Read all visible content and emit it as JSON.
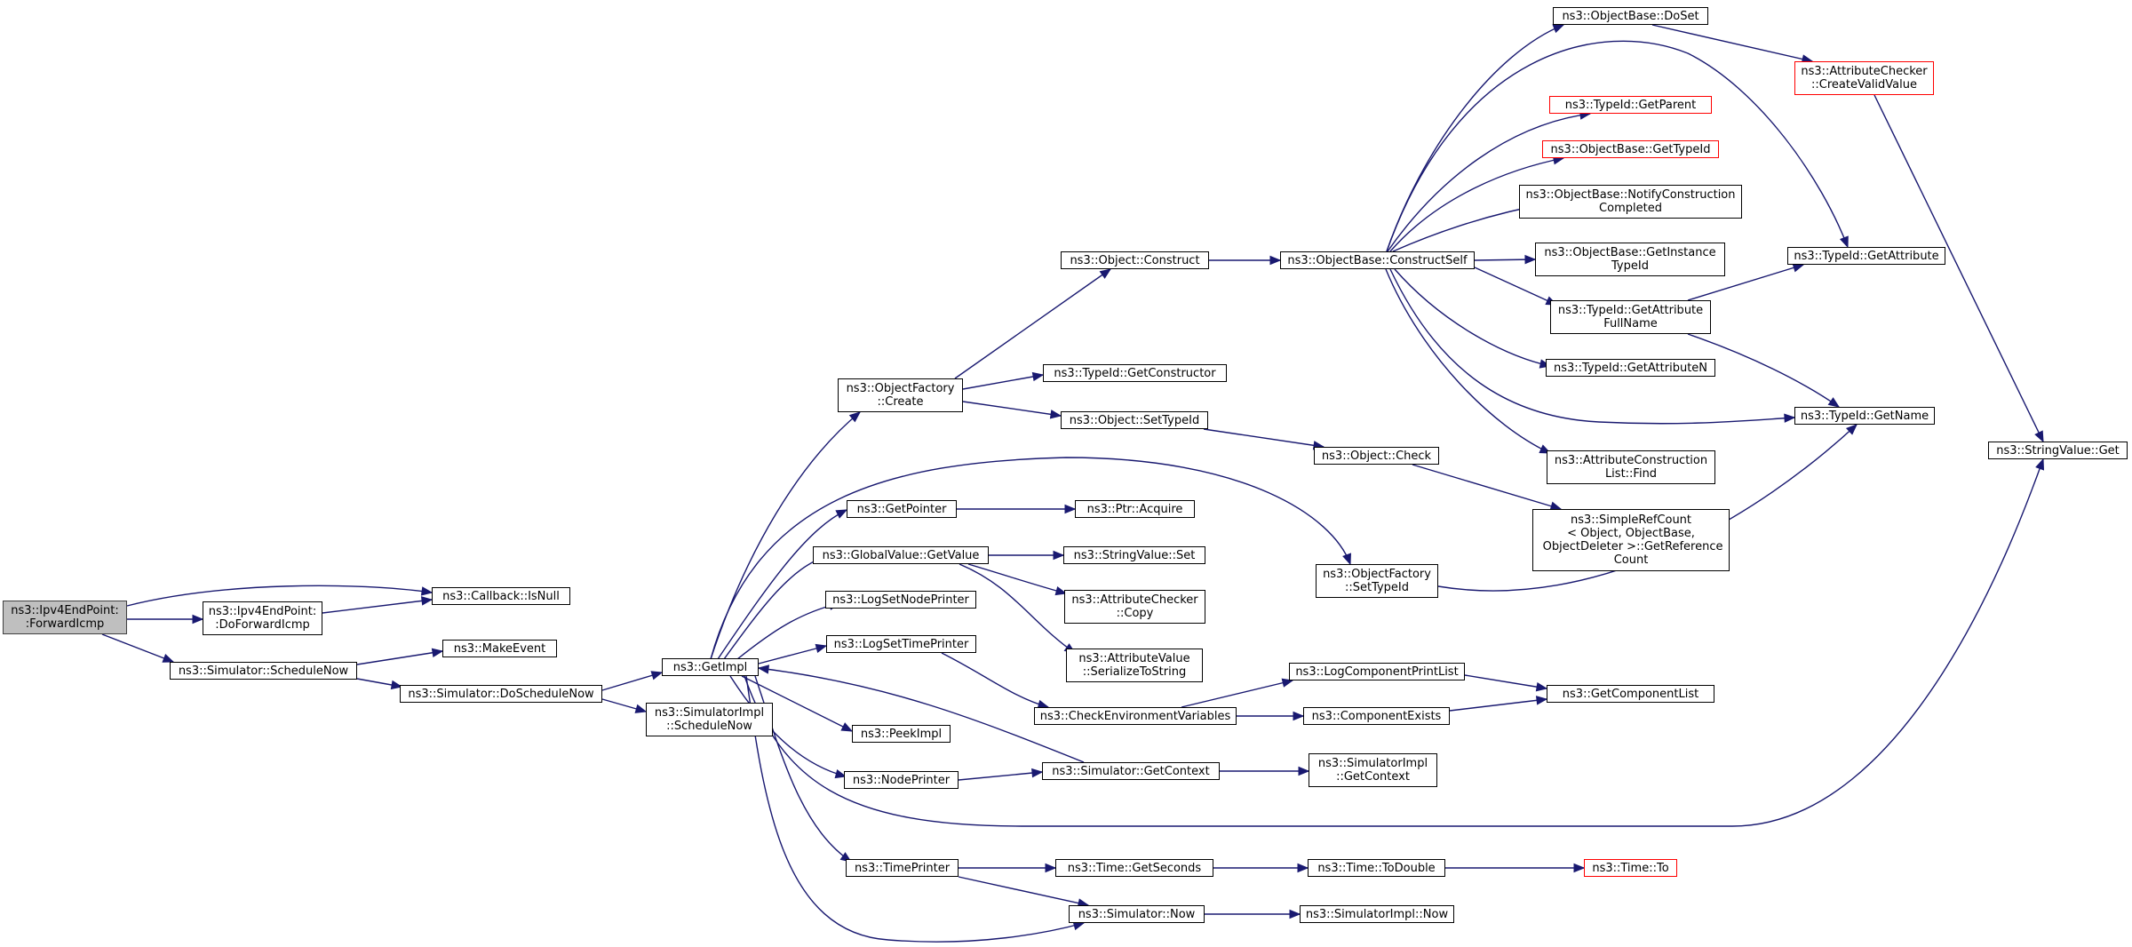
{
  "graph": {
    "nodes": [
      {
        "id": "fwdicmp",
        "label": "ns3::Ipv4EndPoint:\n:ForwardIcmp",
        "style": "start"
      },
      {
        "id": "isnull",
        "label": "ns3::Callback::IsNull"
      },
      {
        "id": "doforward",
        "label": "ns3::Ipv4EndPoint:\n:DoForwardIcmp"
      },
      {
        "id": "makeevent",
        "label": "ns3::MakeEvent"
      },
      {
        "id": "schednow",
        "label": "ns3::Simulator::ScheduleNow"
      },
      {
        "id": "doschednow",
        "label": "ns3::Simulator::DoScheduleNow"
      },
      {
        "id": "getimpl",
        "label": "ns3::GetImpl"
      },
      {
        "id": "simimplsched",
        "label": "ns3::SimulatorImpl\n::ScheduleNow"
      },
      {
        "id": "ofcreate",
        "label": "ns3::ObjectFactory\n::Create"
      },
      {
        "id": "getpointer",
        "label": "ns3::GetPointer"
      },
      {
        "id": "gvgetvalue",
        "label": "ns3::GlobalValue::GetValue"
      },
      {
        "id": "lognodeprinter",
        "label": "ns3::LogSetNodePrinter"
      },
      {
        "id": "logtimeprinter",
        "label": "ns3::LogSetTimePrinter"
      },
      {
        "id": "peekimpl",
        "label": "ns3::PeekImpl"
      },
      {
        "id": "nodeprinter",
        "label": "ns3::NodePrinter"
      },
      {
        "id": "timeprinter",
        "label": "ns3::TimePrinter"
      },
      {
        "id": "objconstruct",
        "label": "ns3::Object::Construct"
      },
      {
        "id": "getconstructor",
        "label": "ns3::TypeId::GetConstructor"
      },
      {
        "id": "settypeid",
        "label": "ns3::Object::SetTypeId"
      },
      {
        "id": "ptracquire",
        "label": "ns3::Ptr::Acquire"
      },
      {
        "id": "svset",
        "label": "ns3::StringValue::Set"
      },
      {
        "id": "accopy",
        "label": "ns3::AttributeChecker\n::Copy"
      },
      {
        "id": "avserialize",
        "label": "ns3::AttributeValue\n::SerializeToString"
      },
      {
        "id": "checkenv",
        "label": "ns3::CheckEnvironmentVariables"
      },
      {
        "id": "simgetcontext",
        "label": "ns3::Simulator::GetContext"
      },
      {
        "id": "timegetsec",
        "label": "ns3::Time::GetSeconds"
      },
      {
        "id": "simnow",
        "label": "ns3::Simulator::Now"
      },
      {
        "id": "obconstructself",
        "label": "ns3::ObjectBase::ConstructSelf"
      },
      {
        "id": "objcheck",
        "label": "ns3::Object::Check"
      },
      {
        "id": "ofsettypeid",
        "label": "ns3::ObjectFactory\n::SetTypeId"
      },
      {
        "id": "logcompprint",
        "label": "ns3::LogComponentPrintList"
      },
      {
        "id": "compexists",
        "label": "ns3::ComponentExists"
      },
      {
        "id": "simimplgetctx",
        "label": "ns3::SimulatorImpl\n::GetContext"
      },
      {
        "id": "timetodouble",
        "label": "ns3::Time::ToDouble"
      },
      {
        "id": "simimplnow",
        "label": "ns3::SimulatorImpl::Now"
      },
      {
        "id": "obdoset",
        "label": "ns3::ObjectBase::DoSet"
      },
      {
        "id": "tidgetparent",
        "label": "ns3::TypeId::GetParent",
        "style": "red"
      },
      {
        "id": "obgettypeid",
        "label": "ns3::ObjectBase::GetTypeId",
        "style": "red"
      },
      {
        "id": "obnotify",
        "label": "ns3::ObjectBase::NotifyConstruction\nCompleted"
      },
      {
        "id": "obgetinst",
        "label": "ns3::ObjectBase::GetInstance\nTypeId"
      },
      {
        "id": "tidgetattrfull",
        "label": "ns3::TypeId::GetAttribute\nFullName"
      },
      {
        "id": "tidgetattrn",
        "label": "ns3::TypeId::GetAttributeN"
      },
      {
        "id": "aclfind",
        "label": "ns3::AttributeConstruction\nList::Find"
      },
      {
        "id": "simplerefcount",
        "label": "ns3::SimpleRefCount\n< Object, ObjectBase,\n ObjectDeleter >::GetReference\nCount"
      },
      {
        "id": "getcomplist",
        "label": "ns3::GetComponentList"
      },
      {
        "id": "timeto",
        "label": "ns3::Time::To",
        "style": "red"
      },
      {
        "id": "accreatevalid",
        "label": "ns3::AttributeChecker\n::CreateValidValue",
        "style": "red"
      },
      {
        "id": "tidgetattr",
        "label": "ns3::TypeId::GetAttribute"
      },
      {
        "id": "tidgetname",
        "label": "ns3::TypeId::GetName"
      },
      {
        "id": "svget",
        "label": "ns3::StringValue::Get"
      }
    ]
  }
}
